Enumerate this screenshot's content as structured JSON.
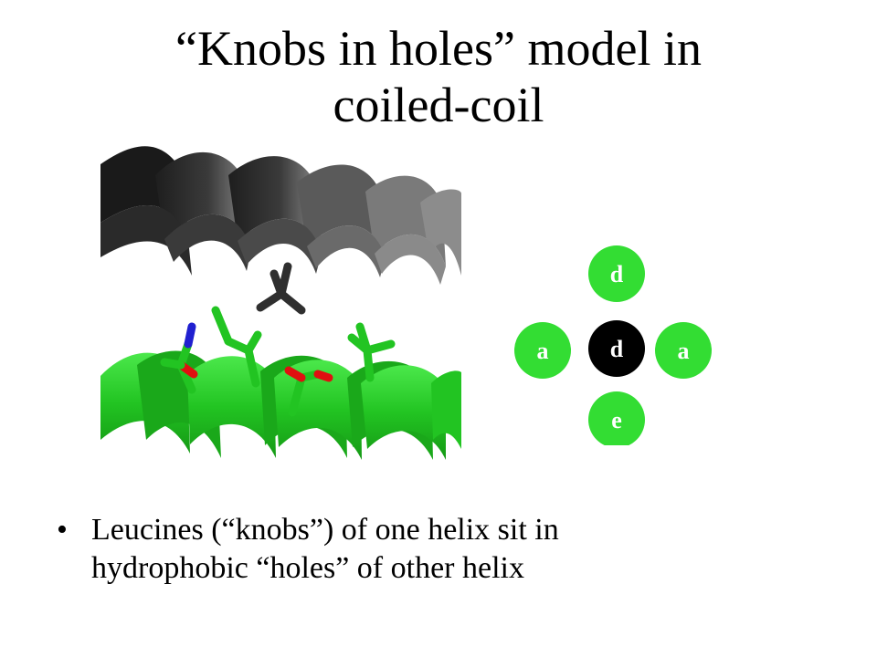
{
  "slide": {
    "title_lines": [
      "“Knobs in holes” model in",
      "coiled-coil"
    ]
  },
  "diagram": {
    "positions": [
      {
        "label": "d",
        "fill": "#33dd33",
        "text_color": "#ffffff"
      },
      {
        "label": "a",
        "fill": "#33dd33",
        "text_color": "#ffffff"
      },
      {
        "label": "d",
        "fill": "#000000",
        "text_color": "#ffffff"
      },
      {
        "label": "a",
        "fill": "#33dd33",
        "text_color": "#ffffff"
      },
      {
        "label": "e",
        "fill": "#33dd33",
        "text_color": "#ffffff"
      }
    ]
  },
  "bullets": [
    {
      "marker": "•",
      "lines": [
        "Leucines (“knobs”) of one helix sit in",
        "hydrophobic “holes” of other helix"
      ]
    }
  ],
  "colors": {
    "helix_dark": "#2b2b2b",
    "helix_grey": "#6e6e6e",
    "helix_green": "#2fd12f",
    "oxygen": "#e01010",
    "nitrogen": "#2020d0"
  }
}
